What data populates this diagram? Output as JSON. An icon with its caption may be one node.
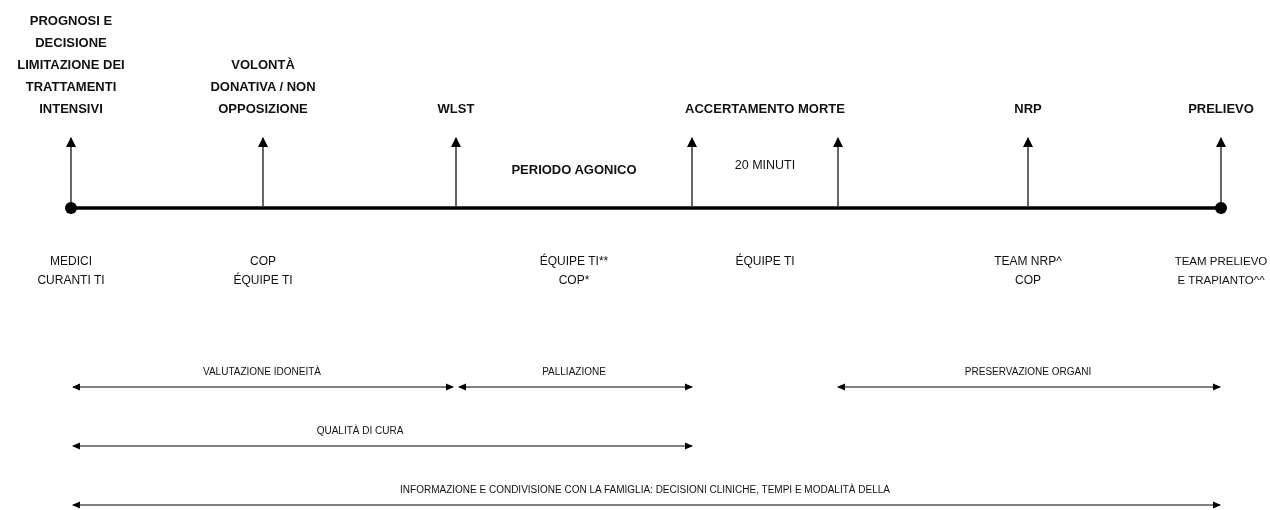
{
  "diagram": {
    "nodes": [
      {
        "text": [
          "PROGNOSI E DECISIONE LIMITAZIONE DEI TRATTAMENTI INTENSIVI"
        ]
      },
      {
        "text": [
          "VOLONTÀ DONATIVA / NON OPPOSIZIONE"
        ]
      },
      {
        "text": [
          "WLST"
        ]
      },
      {
        "text": [
          "ACCERTAMENTO MORTE"
        ]
      },
      {
        "text": [
          "NRP"
        ]
      },
      {
        "text": [
          "PRELIEVO"
        ]
      }
    ],
    "edges": [
      {
        "from": null,
        "to": 0,
        "arrow": "to"
      },
      {
        "from": null,
        "to": 1,
        "arrow": "to"
      },
      {
        "from": null,
        "to": 2,
        "arrow": "to"
      },
      {
        "from": null,
        "to": 3,
        "arrow": "to"
      },
      {
        "from": null,
        "to": 3,
        "arrow": "to"
      },
      {
        "from": null,
        "to": 4,
        "arrow": "to"
      },
      {
        "from": null,
        "to": 5,
        "arrow": "to"
      }
    ],
    "labels": [
      "PERIODO AGONICO",
      "20 MINUTI",
      "MEDICI CURANTI TI",
      "COP",
      "ÉQUIPE TI",
      "ÉQUIPE TI**",
      "COP*",
      "ÉQUIPE TI",
      "TEAM NRP^",
      "COP",
      "TEAM PRELIEVO E TRAPIANTO^^",
      "VALUTAZIONE IDONEITÀ",
      "PALLIAZIONE",
      "PRESERVAZIONE ORGANI",
      "QUALITÀ DI CURA",
      "INFORMAZIONE E CONDIVISIONE CON LA FAMIGLIA: DECISIONI CLINICHE, TEMPI E MODALITÀ DELLA"
    ]
  }
}
